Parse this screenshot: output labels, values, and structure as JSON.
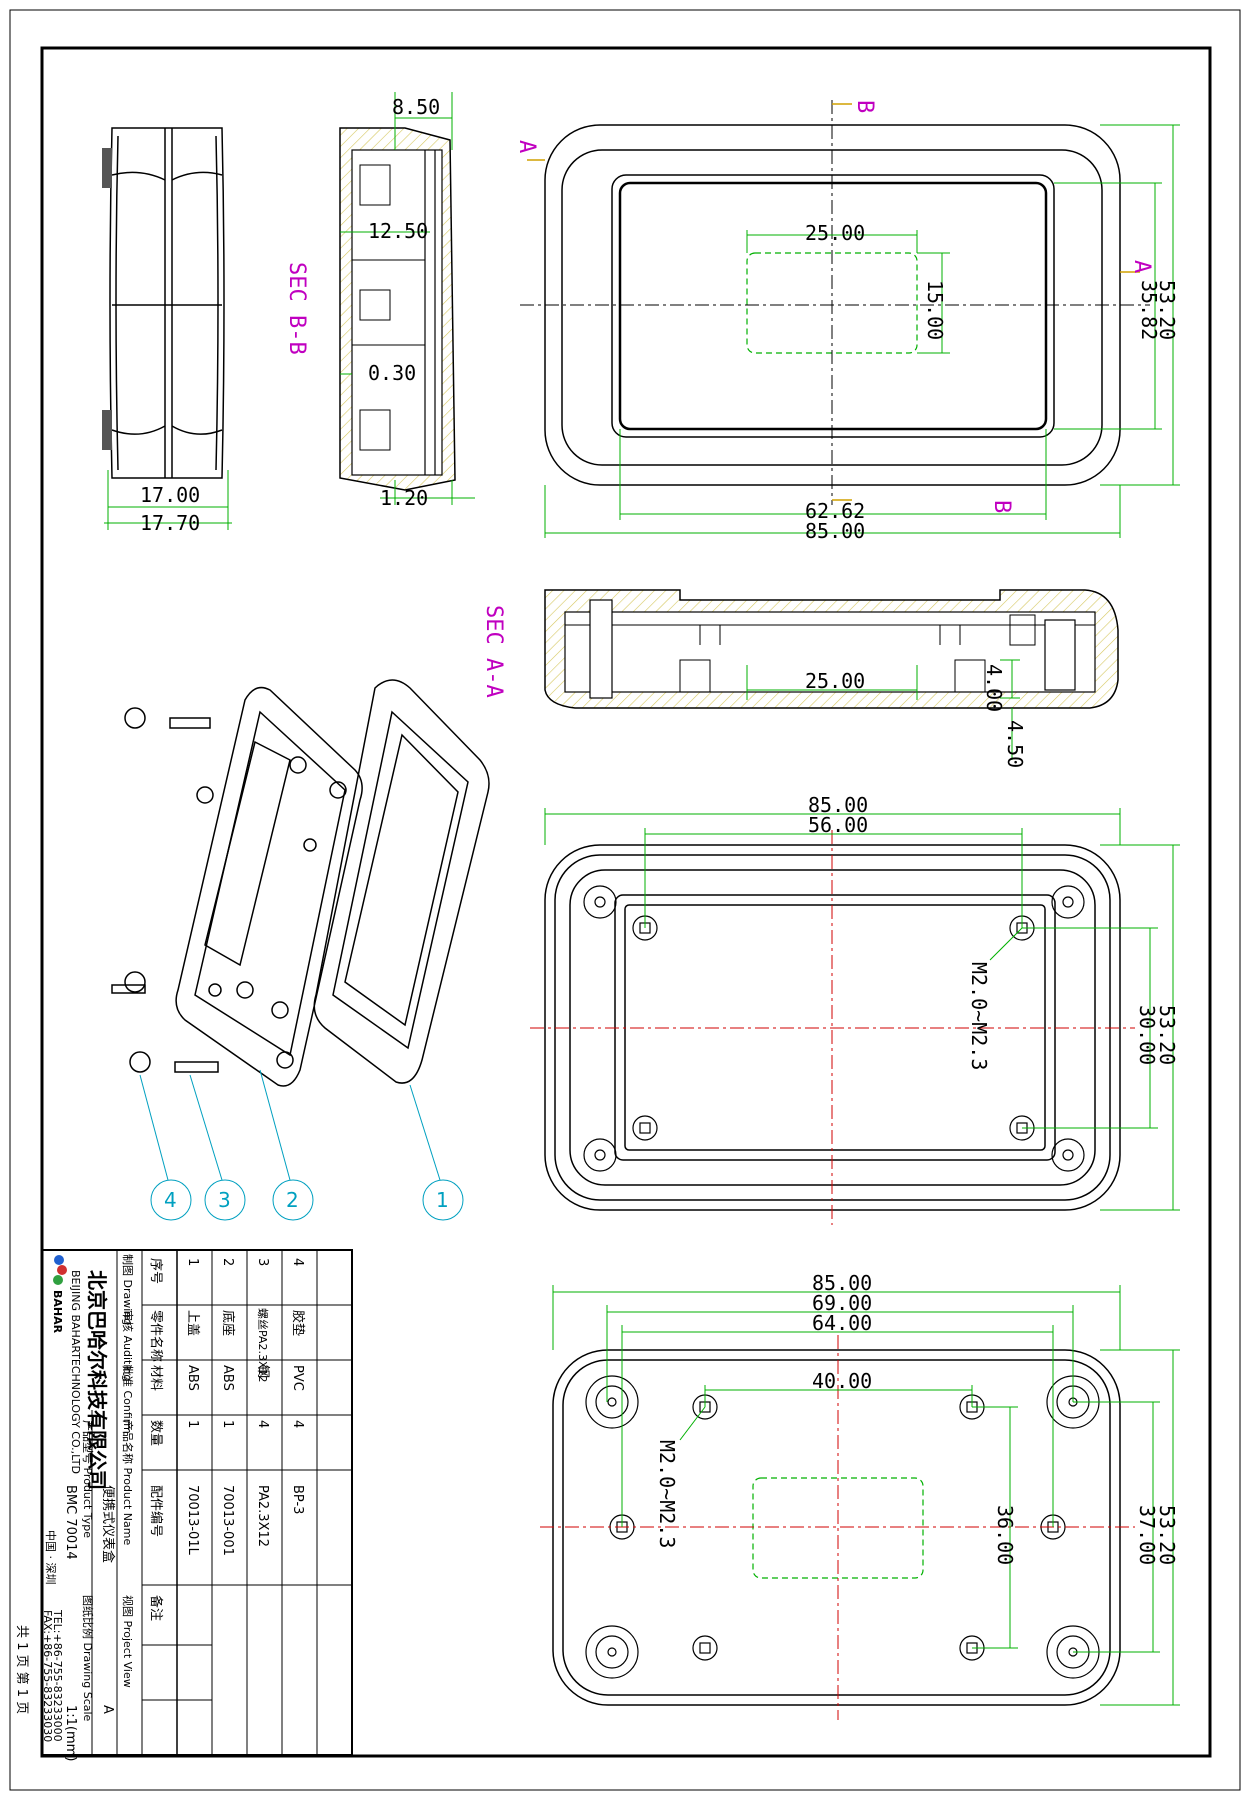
{
  "colors": {
    "dimension": "#00b000",
    "section_mark": "#c000c0",
    "balloon": "#00a0c0",
    "centerline": "#d00000",
    "outline": "#000000"
  },
  "side_view": {
    "dims": [
      "17.00",
      "17.70"
    ]
  },
  "section_bb": {
    "label": "SEC  B-B",
    "dims": [
      "8.50",
      "12.50",
      "0.30",
      "1.20"
    ]
  },
  "top_view": {
    "dims": [
      "25.00",
      "15.00",
      "35.82",
      "53.20",
      "62.62",
      "85.00"
    ],
    "markers": [
      "A",
      "A",
      "B",
      "B"
    ]
  },
  "section_aa": {
    "label": "SEC  A-A",
    "dims": [
      "25.00",
      "4.00",
      "4.50"
    ]
  },
  "base_view": {
    "dims": [
      "85.00",
      "56.00",
      "53.20",
      "30.00"
    ],
    "callout": "M2.0~M2.3"
  },
  "bottom_view": {
    "dims": [
      "85.00",
      "69.00",
      "64.00",
      "40.00",
      "36.00",
      "53.20",
      "37.00"
    ],
    "callout": "M2.0~M2.3"
  },
  "balloons": [
    "1",
    "2",
    "3",
    "4"
  ],
  "title_block": {
    "company_cn": "北京巴哈尔科技有限公司",
    "company_en": "BEIJING BAHARTECHNOLOGY CO.,LTD",
    "logo_text": "BAHAR",
    "tel": "TEL:+86-755-83233000",
    "fax": "FAX:+86-755-83233030",
    "city": "中国 · 深圳",
    "headers": {
      "drawing": "制图 Drawing",
      "auditing": "审核 Auditing",
      "confirm": "批准 Confirm",
      "product_name": "产品名称 Product Name",
      "product_type": "产品型号 Product Type",
      "project_view": "视图 Project View",
      "drawing_scale": "图纸比例 Drawing Scale"
    },
    "product_name_value": "便携式仪表盒",
    "product_type_value": "BMC 70014",
    "scale_value": "1:1(mm)",
    "projection_mark": "A",
    "columns": [
      "序号",
      "零件名称",
      "材料",
      "数量",
      "配件编号",
      "备注"
    ],
    "parts": [
      [
        "1",
        "上盖",
        "ABS",
        "1",
        "70013-01L",
        ""
      ],
      [
        "2",
        "底座",
        "ABS",
        "1",
        "70013-001",
        ""
      ],
      [
        "3",
        "螺丝PA2.3X12",
        "钢",
        "4",
        "PA2.3X12",
        ""
      ],
      [
        "4",
        "胶垫",
        "PVC",
        "4",
        "BP-3",
        ""
      ]
    ],
    "page_info": "共 1 页   第 1 页"
  }
}
